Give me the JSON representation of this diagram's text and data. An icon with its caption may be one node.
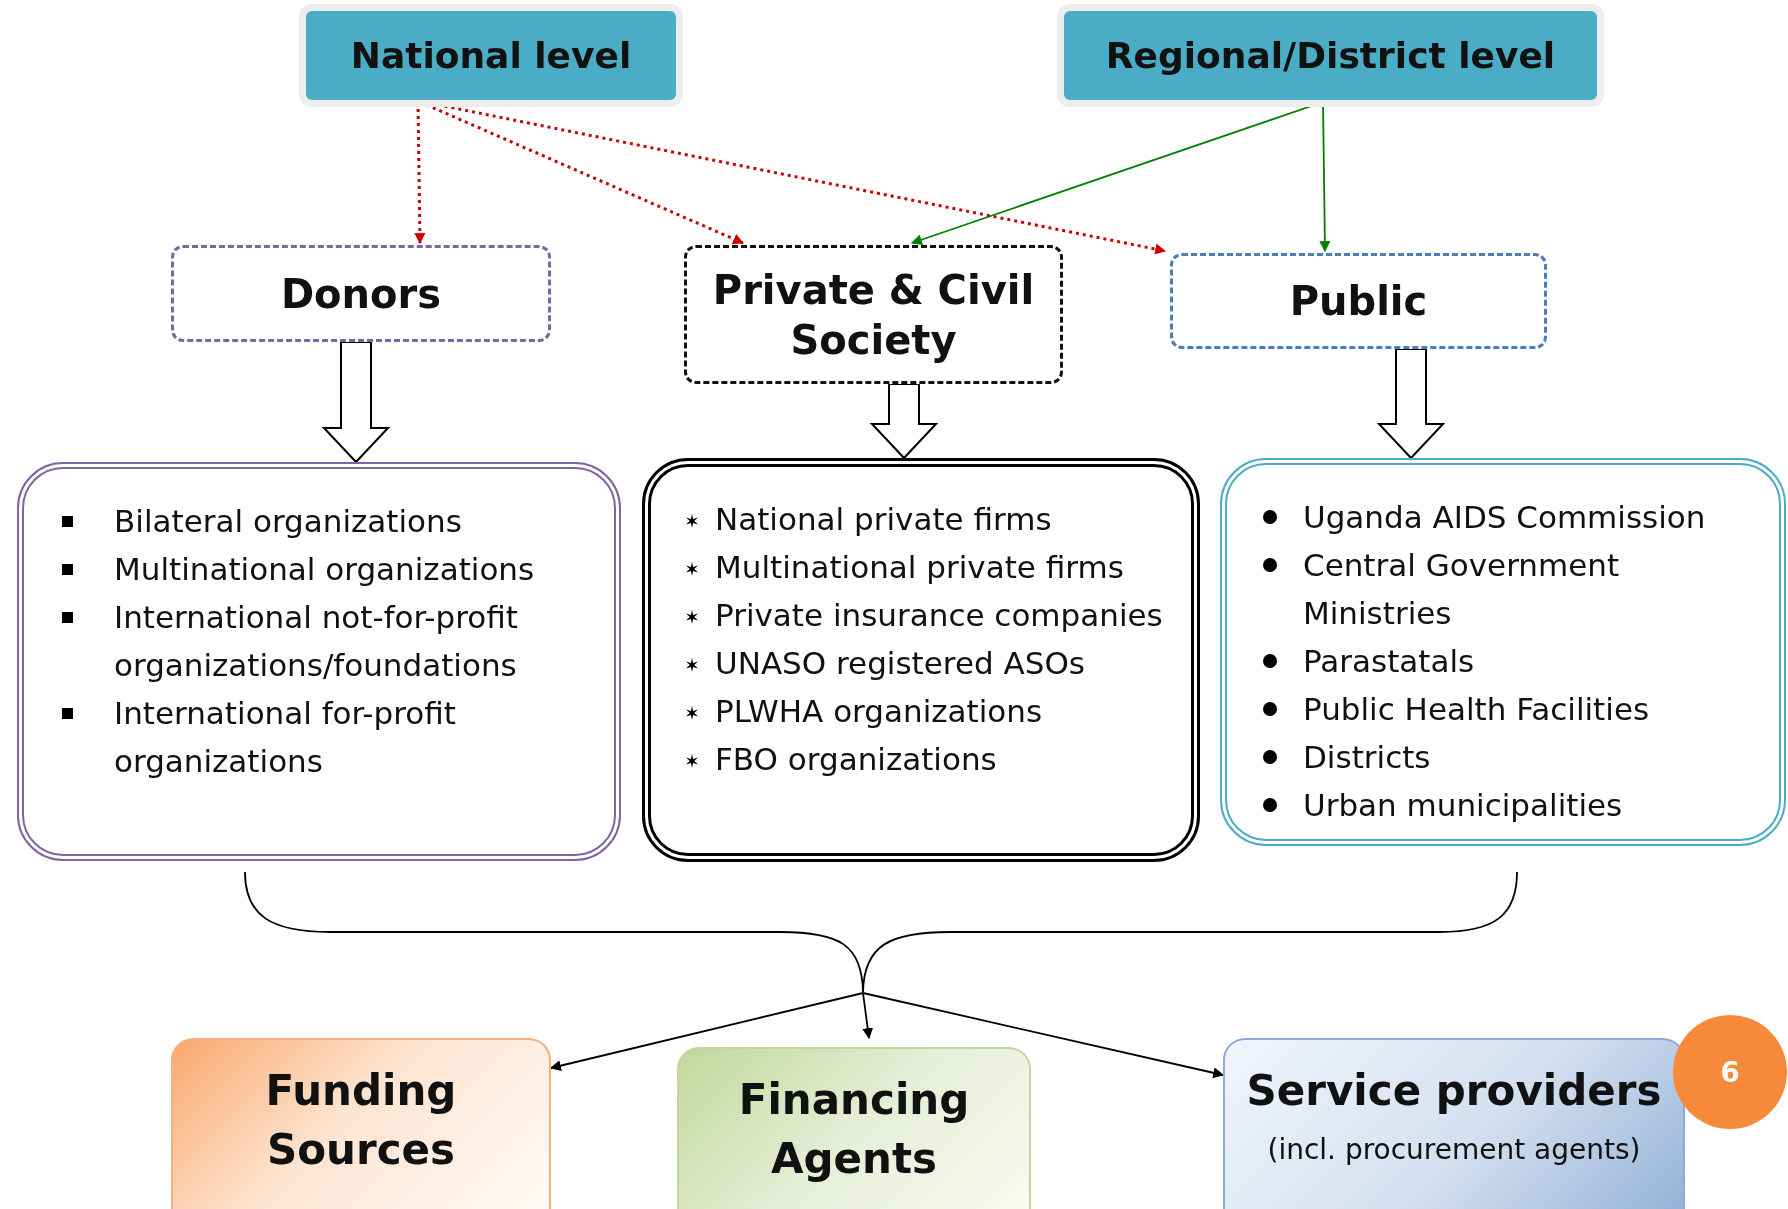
{
  "diagram": {
    "nodes": [
      {
        "text": [
          "National level"
        ]
      },
      {
        "text": [
          "Regional/District level"
        ]
      },
      {
        "text": [
          "Donors"
        ]
      },
      {
        "text": [
          "Private & Civil Society"
        ]
      },
      {
        "text": [
          "Public"
        ]
      },
      {
        "text": [
          "Bilateral organizations",
          "Multinational organizations",
          "International not-for-profit organizations/foundations",
          "International for-profit organizations"
        ]
      },
      {
        "text": [
          "National private firms",
          "Multinational private firms",
          "Private insurance companies",
          "UNASO registered ASOs",
          "PLWHA organizations",
          "FBO organizations"
        ]
      },
      {
        "text": [
          "Uganda AIDS Commission",
          "Central Government Ministries",
          "Parastatals",
          "Public Health Facilities",
          "Districts",
          "Urban municipalities"
        ]
      },
      {
        "text": [
          "Funding Sources"
        ]
      },
      {
        "text": [
          "Financing Agents"
        ]
      },
      {
        "text": [
          "Service providers",
          "(incl. procurement agents)"
        ]
      },
      {
        "text": [
          "6"
        ]
      },
      {
        "text": [],
        "shape": "brace"
      }
    ],
    "edges": [
      {
        "from": 0,
        "to": 2,
        "arrow": "to",
        "style": "dashed",
        "color": "#cc0000"
      },
      {
        "from": 0,
        "to": 3,
        "arrow": "to",
        "style": "dashed",
        "color": "#cc0000"
      },
      {
        "from": 0,
        "to": 4,
        "arrow": "to",
        "style": "dashed",
        "color": "#cc0000"
      },
      {
        "from": 1,
        "to": 3,
        "arrow": "to",
        "color": "#008000"
      },
      {
        "from": 1,
        "to": 4,
        "arrow": "to",
        "color": "#008000"
      },
      {
        "from": 2,
        "to": 5,
        "arrow": "to",
        "style": "thick"
      },
      {
        "from": 3,
        "to": 6,
        "arrow": "to",
        "style": "thick"
      },
      {
        "from": 4,
        "to": 7,
        "arrow": "to",
        "style": "thick"
      },
      {
        "from": 12,
        "to": 8,
        "arrow": "to",
        "color": "#000000"
      },
      {
        "from": 12,
        "to": 9,
        "arrow": "to",
        "color": "#000000"
      },
      {
        "from": 12,
        "to": 10,
        "arrow": "to",
        "color": "#000000"
      }
    ]
  }
}
